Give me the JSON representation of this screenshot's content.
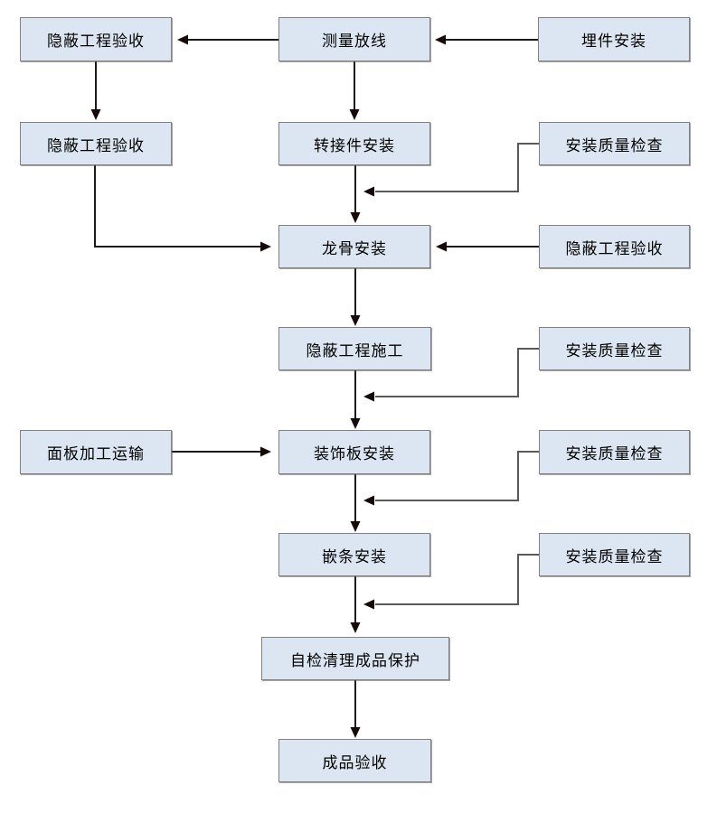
{
  "diagram": {
    "title": "curtain-wall decorative panel installation process flowchart",
    "colors": {
      "background": "#ffffff",
      "node_fill": "#dce6f2",
      "node_border": "#808080",
      "main_line": "#1a1a1a",
      "feedback_line": "#595959",
      "arrow_head": "#140a0a",
      "text": "#000000"
    },
    "nodes": {
      "r1_left": {
        "label": "隐蔽工程验收"
      },
      "r1_center": {
        "label": "测量放线"
      },
      "r1_right": {
        "label": "埋件安装"
      },
      "r2_left": {
        "label": "隐蔽工程验收"
      },
      "r2_center": {
        "label": "转接件安装"
      },
      "r2_right": {
        "label": "安装质量检查"
      },
      "r3_center": {
        "label": "龙骨安装"
      },
      "r3_right": {
        "label": "隐蔽工程验收"
      },
      "r4_center": {
        "label": "隐蔽工程施工"
      },
      "r4_right": {
        "label": "安装质量检查"
      },
      "r5_left": {
        "label": "面板加工运输"
      },
      "r5_center": {
        "label": "装饰板安装"
      },
      "r5_right": {
        "label": "安装质量检查"
      },
      "r6_center": {
        "label": "嵌条安装"
      },
      "r6_right": {
        "label": "安装质量检查"
      },
      "r7_center": {
        "label": "自检清理成品保护"
      },
      "r8_center": {
        "label": "成品验收"
      }
    },
    "edges": [
      {
        "from": "r1_center",
        "to": "r1_left",
        "type": "main"
      },
      {
        "from": "r1_right",
        "to": "r1_center",
        "type": "main"
      },
      {
        "from": "r1_left",
        "to": "r2_left",
        "type": "main"
      },
      {
        "from": "r1_center",
        "to": "r2_center",
        "type": "main"
      },
      {
        "from": "r2_center",
        "to": "r3_center",
        "type": "main"
      },
      {
        "from": "r2_left",
        "to": "r3_center",
        "type": "main"
      },
      {
        "from": "r2_right",
        "to": "r3_center",
        "type": "feedback"
      },
      {
        "from": "r3_right",
        "to": "r3_center",
        "type": "main"
      },
      {
        "from": "r3_center",
        "to": "r4_center",
        "type": "main"
      },
      {
        "from": "r4_center",
        "to": "r5_center",
        "type": "main"
      },
      {
        "from": "r4_right",
        "to": "r5_center",
        "type": "feedback"
      },
      {
        "from": "r5_left",
        "to": "r5_center",
        "type": "main"
      },
      {
        "from": "r5_center",
        "to": "r6_center",
        "type": "main"
      },
      {
        "from": "r5_right",
        "to": "r6_center",
        "type": "feedback"
      },
      {
        "from": "r6_center",
        "to": "r7_center",
        "type": "main"
      },
      {
        "from": "r6_right",
        "to": "r7_center",
        "type": "feedback"
      },
      {
        "from": "r7_center",
        "to": "r8_center",
        "type": "main"
      }
    ]
  }
}
